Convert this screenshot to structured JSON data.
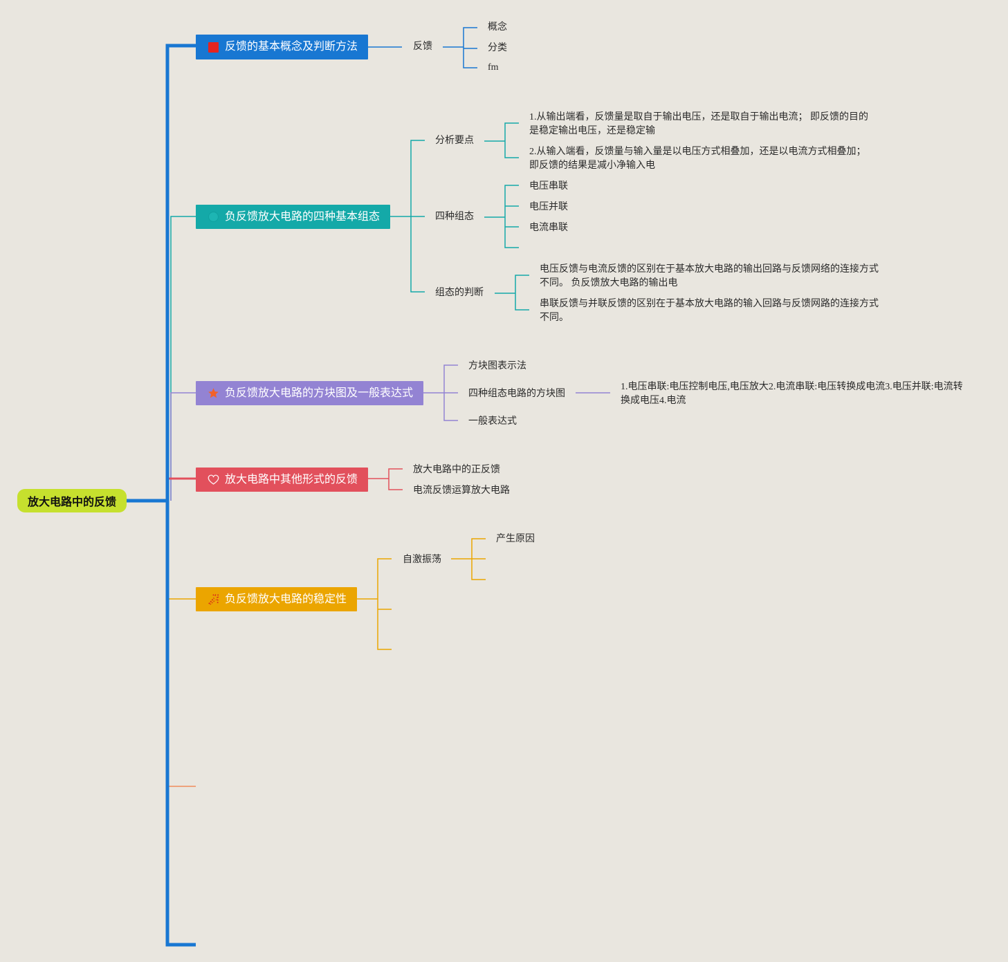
{
  "canvas": {
    "background": "#e9e6df"
  },
  "root": {
    "label": "放大电路中的反馈",
    "color": "#c6e02e"
  },
  "trunk_color": "#1877d2",
  "branches": [
    {
      "label": "反馈的基本概念及判断方法",
      "color": "#1877d2",
      "icon": "red-square-icon",
      "children": [
        {
          "label": "反馈",
          "children": [
            {
              "label": "概念"
            },
            {
              "label": "分类"
            },
            {
              "label": "fm"
            }
          ]
        }
      ]
    },
    {
      "label": "负反馈放大电路的四种基本组态",
      "color": "#14a9a8",
      "icon": "circle-icon",
      "children": [
        {
          "label": "分析要点",
          "children": [
            {
              "label": "1.从输出端看，反馈量是取自于输出电压，还是取自于输出电流；  即反馈的目的是稳定输出电压，还是稳定输"
            },
            {
              "label": "2.从输入端看，反馈量与输入量是以电压方式相叠加，还是以电流方式相叠加；即反馈的结果是减小净输入电"
            }
          ]
        },
        {
          "label": "四种组态",
          "children": [
            {
              "label": "电压串联"
            },
            {
              "label": "电压并联"
            },
            {
              "label": "电流串联"
            },
            {
              "label": ""
            }
          ]
        },
        {
          "label": "组态的判断",
          "children": [
            {
              "label": "电压反馈与电流反馈的区别在于基本放大电路的输出回路与反馈网络的连接方式不同。 负反馈放大电路的输出电"
            },
            {
              "label": "串联反馈与并联反馈的区别在于基本放大电路的输入回路与反馈网路的连接方式不同。"
            }
          ]
        }
      ]
    },
    {
      "label": "负反馈放大电路的方块图及一般表达式",
      "color": "#9383d3",
      "icon": "star-icon",
      "children": [
        {
          "label": "方块图表示法"
        },
        {
          "label": "四种组态电路的方块图",
          "children": [
            {
              "label": "1.电压串联:电压控制电压,电压放大2.电流串联:电压转换成电流3.电压并联:电流转换成电压4.电流"
            }
          ]
        },
        {
          "label": "一般表达式"
        }
      ]
    },
    {
      "label": "放大电路中其他形式的反馈",
      "color": "#e2505c",
      "icon": "heart-icon",
      "children": [
        {
          "label": "放大电路中的正反馈"
        },
        {
          "label": "电流反馈运算放大电路"
        }
      ]
    },
    {
      "label": "负反馈放大电路的稳定性",
      "color": "#eba500",
      "icon": "party-popper-icon",
      "children": [
        {
          "label": "自激振荡",
          "children": [
            {
              "label": "产生原因"
            },
            {
              "label": ""
            },
            {
              "label": ""
            }
          ]
        },
        {
          "label": ""
        },
        {
          "label": ""
        }
      ]
    },
    {
      "label": "",
      "color": "#f08b5b"
    },
    {
      "label": "",
      "color": "#1877d2"
    }
  ]
}
